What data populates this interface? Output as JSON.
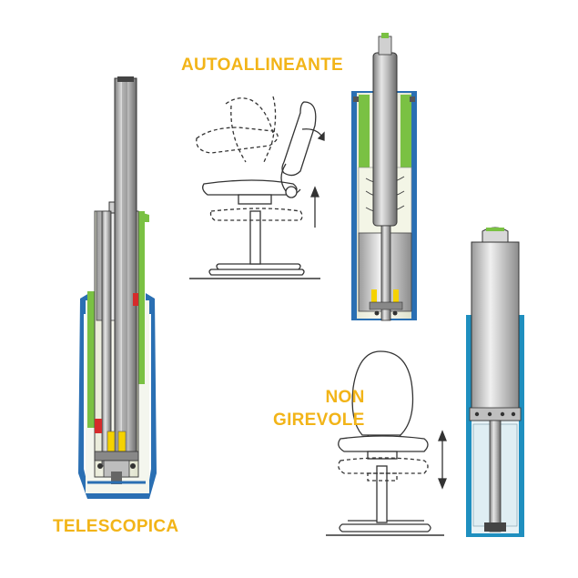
{
  "labels": {
    "autoallineante": "AUTOALLINEANTE",
    "telescopica": "TELESCOPICA",
    "non": "NON",
    "girevole": "GIREVOLE"
  },
  "colors": {
    "label": "#f2b418",
    "housing_blue": "#2a6fb3",
    "teal_blue": "#1f8fbf",
    "green": "#7ac143",
    "yellow": "#f5d200",
    "red": "#d62b2b",
    "line": "#333333"
  }
}
